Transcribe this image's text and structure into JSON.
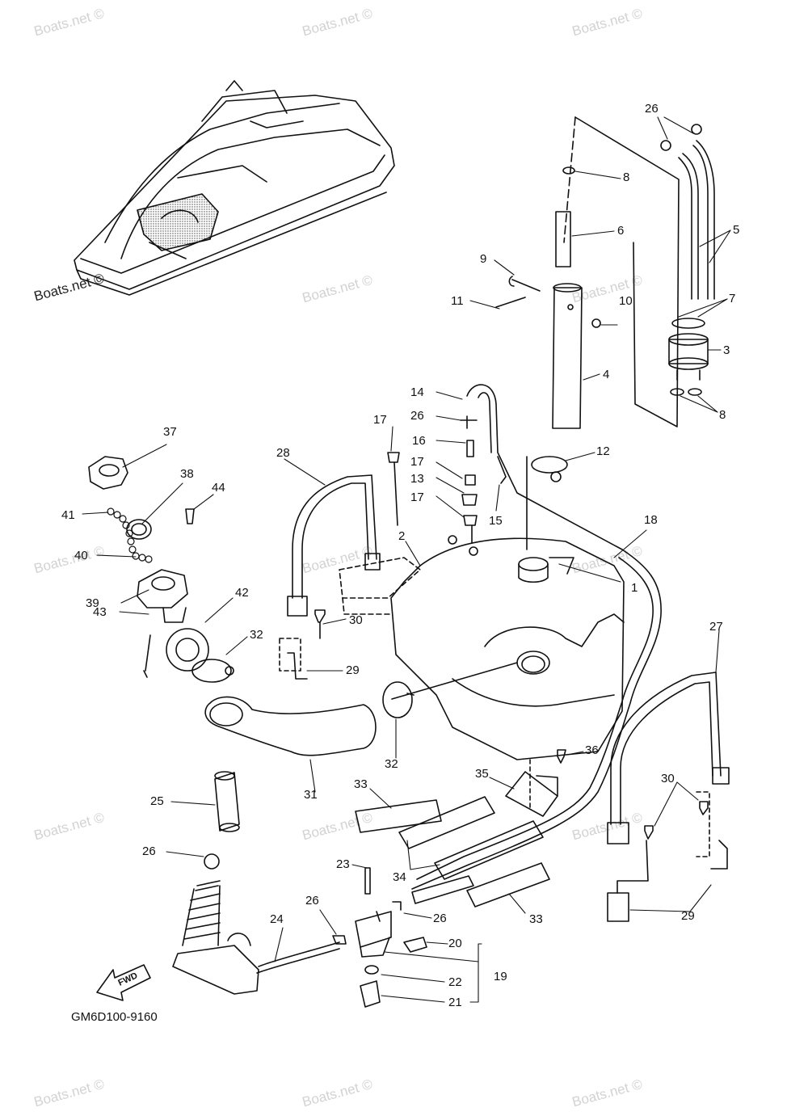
{
  "watermark": "Boats.net ©",
  "diagram_code": "GM6D100-9160",
  "fwd_label": "FWD",
  "labels": [
    {
      "key": "26a",
      "text": "26"
    },
    {
      "key": "8a",
      "text": "8"
    },
    {
      "key": "6",
      "text": "6"
    },
    {
      "key": "5",
      "text": "5"
    },
    {
      "key": "9",
      "text": "9"
    },
    {
      "key": "11",
      "text": "11"
    },
    {
      "key": "10",
      "text": "10"
    },
    {
      "key": "7",
      "text": "7"
    },
    {
      "key": "3",
      "text": "3"
    },
    {
      "key": "4",
      "text": "4"
    },
    {
      "key": "14",
      "text": "14"
    },
    {
      "key": "26b",
      "text": "26"
    },
    {
      "key": "8b",
      "text": "8"
    },
    {
      "key": "17a",
      "text": "17"
    },
    {
      "key": "16",
      "text": "16"
    },
    {
      "key": "17b",
      "text": "17"
    },
    {
      "key": "12",
      "text": "12"
    },
    {
      "key": "13",
      "text": "13"
    },
    {
      "key": "17c",
      "text": "17"
    },
    {
      "key": "15",
      "text": "15"
    },
    {
      "key": "37",
      "text": "37"
    },
    {
      "key": "28",
      "text": "28"
    },
    {
      "key": "38",
      "text": "38"
    },
    {
      "key": "44",
      "text": "44"
    },
    {
      "key": "41",
      "text": "41"
    },
    {
      "key": "18",
      "text": "18"
    },
    {
      "key": "2",
      "text": "2"
    },
    {
      "key": "40",
      "text": "40"
    },
    {
      "key": "1",
      "text": "1"
    },
    {
      "key": "39",
      "text": "39"
    },
    {
      "key": "42",
      "text": "42"
    },
    {
      "key": "43",
      "text": "43"
    },
    {
      "key": "32a",
      "text": "32"
    },
    {
      "key": "30a",
      "text": "30"
    },
    {
      "key": "27",
      "text": "27"
    },
    {
      "key": "29a",
      "text": "29"
    },
    {
      "key": "36",
      "text": "36"
    },
    {
      "key": "32b",
      "text": "32"
    },
    {
      "key": "31",
      "text": "31"
    },
    {
      "key": "33a",
      "text": "33"
    },
    {
      "key": "35",
      "text": "35"
    },
    {
      "key": "30b",
      "text": "30"
    },
    {
      "key": "25",
      "text": "25"
    },
    {
      "key": "26c",
      "text": "26"
    },
    {
      "key": "23",
      "text": "23"
    },
    {
      "key": "34",
      "text": "34"
    },
    {
      "key": "26d",
      "text": "26"
    },
    {
      "key": "26e",
      "text": "26"
    },
    {
      "key": "33b",
      "text": "33"
    },
    {
      "key": "29b",
      "text": "29"
    },
    {
      "key": "24",
      "text": "24"
    },
    {
      "key": "20",
      "text": "20"
    },
    {
      "key": "19",
      "text": "19"
    },
    {
      "key": "22",
      "text": "22"
    },
    {
      "key": "21",
      "text": "21"
    }
  ]
}
